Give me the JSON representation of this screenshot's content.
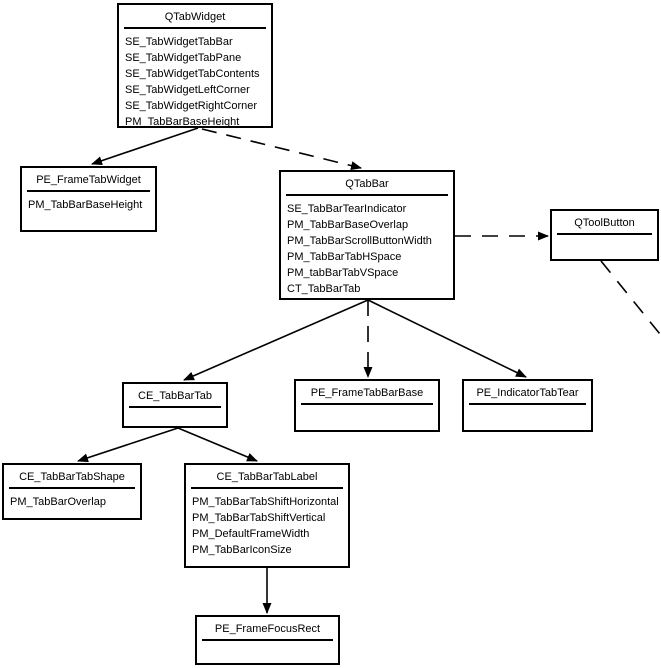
{
  "diagram": {
    "description": "Qt tab widget style elements relationship diagram",
    "colors": {
      "line": "#000000",
      "background": "#ffffff",
      "box_fill": "#ffffff",
      "text": "#000000"
    },
    "boxes": [
      {
        "id": "QTabWidget",
        "title": "QTabWidget",
        "items": [
          "SE_TabWidgetTabBar",
          "SE_TabWidgetTabPane",
          "SE_TabWidgetTabContents",
          "SE_TabWidgetLeftCorner",
          "SE_TabWidgetRightCorner",
          "PM_TabBarBaseHeight"
        ]
      },
      {
        "id": "PE_FrameTabWidget",
        "title": "PE_FrameTabWidget",
        "items": [
          "PM_TabBarBaseHeight"
        ]
      },
      {
        "id": "QTabBar",
        "title": "QTabBar",
        "items": [
          "SE_TabBarTearIndicator",
          "PM_TabBarBaseOverlap",
          "PM_TabBarScrollButtonWidth",
          "PM_TabBarTabHSpace",
          "PM_tabBarTabVSpace",
          "CT_TabBarTab"
        ]
      },
      {
        "id": "QToolButton",
        "title": "QToolButton",
        "items": []
      },
      {
        "id": "CE_TabBarTab",
        "title": "CE_TabBarTab",
        "items": []
      },
      {
        "id": "PE_FrameTabBarBase",
        "title": "PE_FrameTabBarBase",
        "items": []
      },
      {
        "id": "PE_IndicatorTabTear",
        "title": "PE_IndicatorTabTear",
        "items": []
      },
      {
        "id": "CE_TabBarTabShape",
        "title": "CE_TabBarTabShape",
        "items": [
          "PM_TabBarOverlap"
        ]
      },
      {
        "id": "CE_TabBarTabLabel",
        "title": "CE_TabBarTabLabel",
        "items": [
          "PM_TabBarTabShiftHorizontal",
          "PM_TabBarTabShiftVertical",
          "PM_DefaultFrameWidth",
          "PM_TabBarIconSize"
        ]
      },
      {
        "id": "PE_FrameFocusRect",
        "title": "PE_FrameFocusRect",
        "items": []
      }
    ],
    "edges": [
      {
        "from": "QTabWidget",
        "to": "PE_FrameTabWidget",
        "style": "solid",
        "arrowhead": true
      },
      {
        "from": "QTabWidget",
        "to": "QTabBar",
        "style": "dashed",
        "arrowhead": true
      },
      {
        "from": "QTabBar",
        "to": "QToolButton",
        "style": "dashed",
        "arrowhead": true
      },
      {
        "from": "QToolButton",
        "to": "offscreen-bottom-right",
        "style": "dashed",
        "arrowhead": false
      },
      {
        "from": "QTabBar",
        "to": "CE_TabBarTab",
        "style": "solid",
        "arrowhead": true
      },
      {
        "from": "QTabBar",
        "to": "PE_FrameTabBarBase",
        "style": "dashed",
        "arrowhead": true
      },
      {
        "from": "QTabBar",
        "to": "PE_IndicatorTabTear",
        "style": "solid",
        "arrowhead": true
      },
      {
        "from": "CE_TabBarTab",
        "to": "CE_TabBarTabShape",
        "style": "solid",
        "arrowhead": true
      },
      {
        "from": "CE_TabBarTab",
        "to": "CE_TabBarTabLabel",
        "style": "solid",
        "arrowhead": true
      },
      {
        "from": "CE_TabBarTabLabel",
        "to": "PE_FrameFocusRect",
        "style": "solid",
        "arrowhead": true
      }
    ]
  }
}
